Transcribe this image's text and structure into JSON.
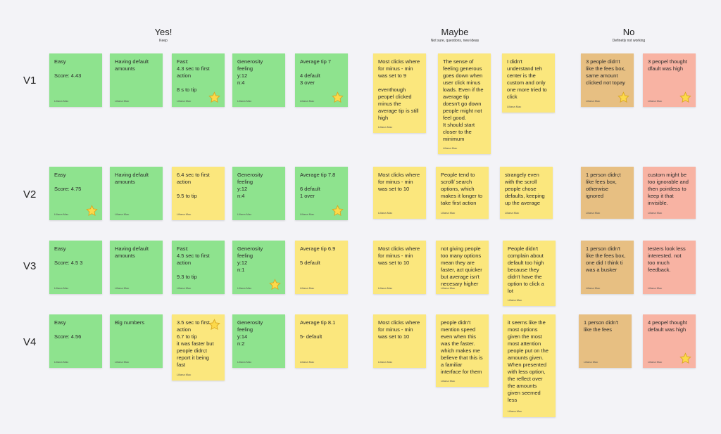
{
  "columns": [
    {
      "title": "Yes!",
      "subtitle": "Keep"
    },
    {
      "title": "Maybe",
      "subtitle": "Not sure, questions, new ideas"
    },
    {
      "title": "No",
      "subtitle": "Definetly not working"
    }
  ],
  "rows": [
    "V1",
    "V2",
    "V3",
    "V4"
  ],
  "author": "Liliana Mac",
  "colors": {
    "green": "#8ee38e",
    "yellow": "#fbe77d",
    "tan": "#e7bf82",
    "salmon": "#f8b3a3",
    "star": "#fcd94a"
  },
  "notes": [
    {
      "text": "Easy\n\nScore: 4.43"
    },
    {
      "text": "Having default\namounts"
    },
    {
      "text": "Fast:\n4.3 sec to first\naction\n\n8 s to tip"
    },
    {
      "text": "Generosity\nfeeling\ny:12\nn:4"
    },
    {
      "text": "Average tip 7\n\n4 default\n3 over"
    },
    {
      "text": "Most clicks where\nfor minus - min\nwas set to 9\n\neventhough\npeopel clicked\nminus the\naverage tip is still\nhigh"
    },
    {
      "text": "The sense of\nfeeling generous\ngoes down when\nuser click minus\nloads. Even if the\naverage tip\ndoesn't go down\npeople might not\nfeel good.\nIt should start\ncloser to the\nminimum"
    },
    {
      "text": "I didn't\nunderstand teh\ncenter is the\ncustom and only\none more tried to\nclick"
    },
    {
      "text": "3 people didn't\nlike the fees box,\nsame amount\nclicked not topay"
    },
    {
      "text": "3 peopel thought\ndfault was high"
    },
    {
      "text": "Easy\n\nScore: 4.75"
    },
    {
      "text": "Having default\namounts"
    },
    {
      "text": "6.4 sec to first\naction\n\n9.5 to tip"
    },
    {
      "text": "Generosity\nfeeling\ny:12\nn:4"
    },
    {
      "text": "Average tip 7.8\n\n6 default\n1 over"
    },
    {
      "text": "Most clicks where\nfor minus - min\nwas set to 10"
    },
    {
      "text": "People tend to\nscroll/ search\noptions, which\nmakes it longer to\ntake first action"
    },
    {
      "text": "strangely even\nwith the scroll\npeople chose\ndefaults, keeping\nup the average"
    },
    {
      "text": "1 person didn;t\nlike fees box,\notherwise\nignored"
    },
    {
      "text": "custom might be\ntoo ignorable and\nthen pointless to\nkeep it that\ninvisible."
    },
    {
      "text": "Easy\n\nScore: 4.5 3"
    },
    {
      "text": "Having default\namounts"
    },
    {
      "text": "Fast:\n4.5 sec to first\naction\n\n9.3 to tip"
    },
    {
      "text": "Generosity\nfeeling\ny:12\nn:1"
    },
    {
      "text": "Average tip 6.9\n\n5 default"
    },
    {
      "text": "Most clicks where\nfor minus - min\nwas set to 10"
    },
    {
      "text": "not giving people\ntoo many options\nmean they are\nfaster, act quicker\nbut average isn't\nnecesary higher"
    },
    {
      "text": "People didn't\ncomplain about\ndefault too high\nbecause they\ndidn't have the\noption to click  a\nlot"
    },
    {
      "text": "1 person didn't\nlike the fees box,\none did I think ti\nwas a busker"
    },
    {
      "text": "testers look less\ninterested. not\ntoo much\nfeedback."
    },
    {
      "text": "Easy\n\nScore: 4.56"
    },
    {
      "text": "Big numbers"
    },
    {
      "text": "3.5 sec to first\naction\n6.7 to tip\nit was faster but\npeople didn;t\nreport it being\nfast"
    },
    {
      "text": "Generosity\nfeeling\ny:14\nn:2"
    },
    {
      "text": "Average tip 8.1\n\n5- default"
    },
    {
      "text": "Most clicks where\nfor minus - min\nwas set to 10"
    },
    {
      "text": "people didn't\nmention speed\neven when this\nwas the faster.\nwhich makes me\nbelieve that this is\na familiar\ninterface for them"
    },
    {
      "text": "it seems like the\nmost options\ngiven the most\nmost attention\npeople put on the\namounts given.\nWhen presented\nwith less option,\nthe reflect over\nthe amounts\ngiven seemed\nless"
    },
    {
      "text": "1 person didn't\nlike the fees"
    },
    {
      "text": "4 peopel thought\ndefault was high"
    }
  ]
}
